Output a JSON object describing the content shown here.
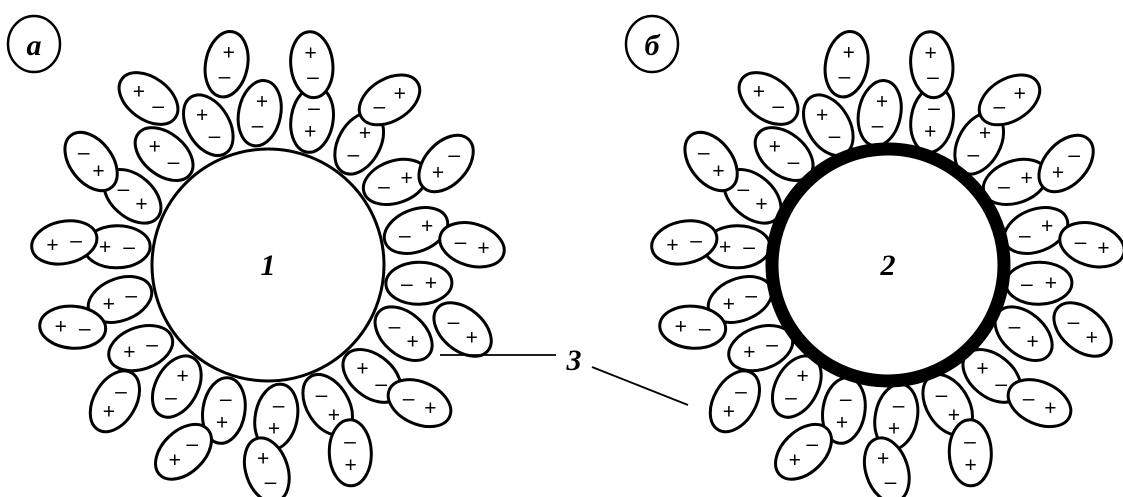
{
  "panels": [
    {
      "letter": "а",
      "core_label": "1",
      "core_coated": false
    },
    {
      "letter": "б",
      "core_label": "2",
      "core_coated": true
    }
  ],
  "callout_label": "3",
  "signs": {
    "positive": "+",
    "negative": "–"
  },
  "colors": {
    "ink": "#000000",
    "paper": "#ffffff"
  }
}
